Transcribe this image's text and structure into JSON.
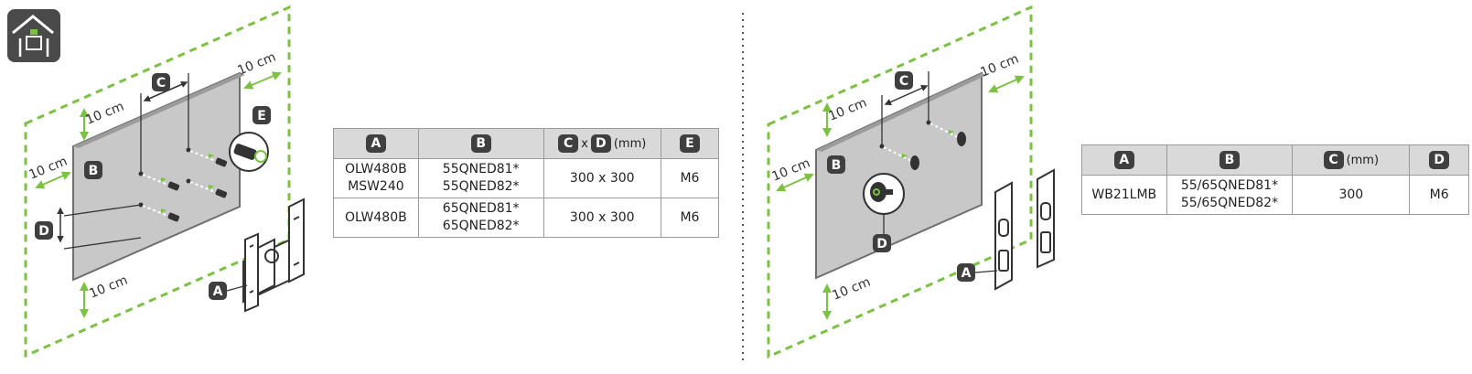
{
  "markers": {
    "A": "A",
    "B": "B",
    "C": "C",
    "D": "D",
    "E": "E"
  },
  "dimension_label": "10 cm",
  "left_panel": {
    "table": {
      "header": {
        "col_a": "A",
        "col_b": "B",
        "col_c": "C",
        "times": "x",
        "col_d": "D",
        "unit": "(mm)",
        "col_e": "E"
      },
      "rows": [
        {
          "a": [
            "OLW480B",
            "MSW240"
          ],
          "b": [
            "55QNED81*",
            "55QNED82*"
          ],
          "cd": "300 x 300",
          "e": "M6"
        },
        {
          "a": [
            "OLW480B"
          ],
          "b": [
            "65QNED81*",
            "65QNED82*"
          ],
          "cd": "300 x 300",
          "e": "M6"
        }
      ]
    }
  },
  "right_panel": {
    "table": {
      "header": {
        "col_a": "A",
        "col_b": "B",
        "col_c": "C",
        "unit": "(mm)",
        "col_d": "D"
      },
      "rows": [
        {
          "a": [
            "WB21LMB"
          ],
          "b": [
            "55/65QNED81*",
            "55/65QNED82*"
          ],
          "c": "300",
          "d": "M6"
        }
      ]
    }
  },
  "colors": {
    "wall_dash": "#7cc242",
    "arrow": "#7cc242",
    "tv_panel": "#c8c8c8",
    "tv_side": "#6e6e6e",
    "badge": "#3f3f3f",
    "header_bg": "#d9d9d9"
  },
  "icons": [
    "wall-mount-icon"
  ]
}
